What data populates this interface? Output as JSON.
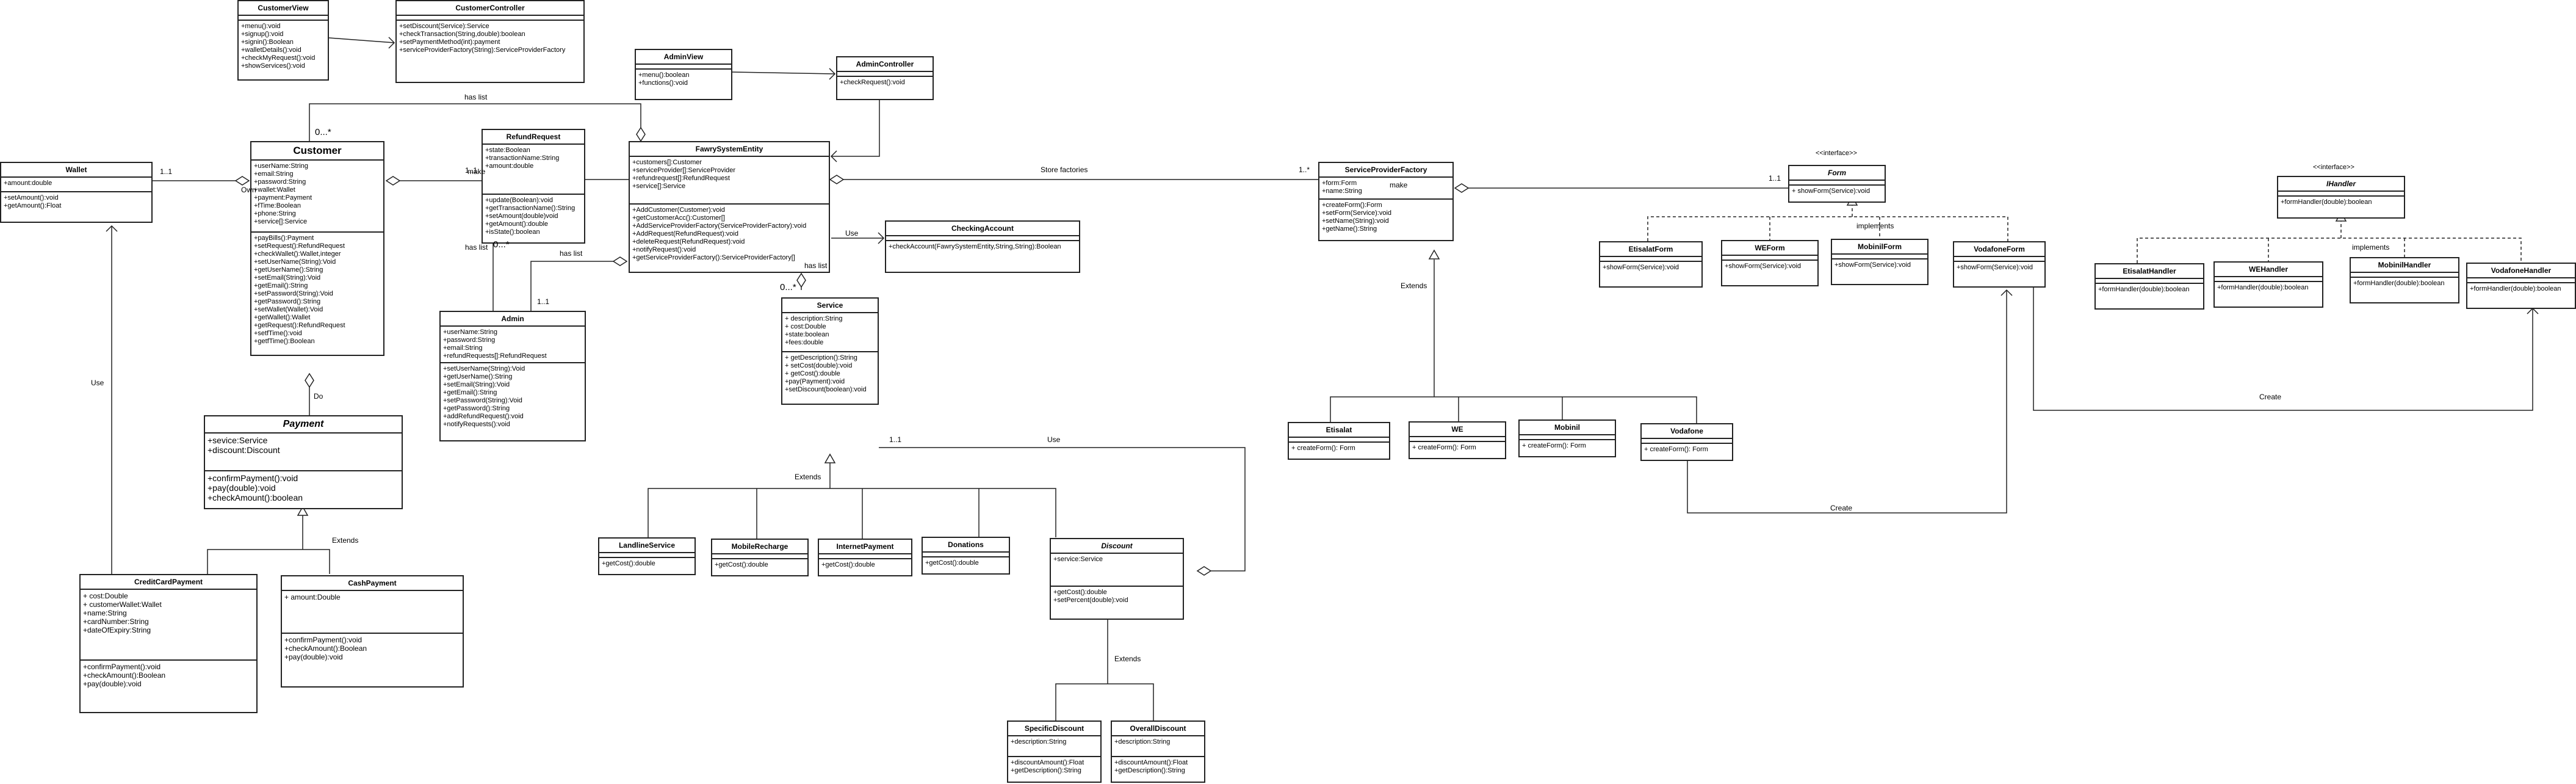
{
  "classes": [
    {
      "id": "CustomerView",
      "name": "CustomerView",
      "attrs": [],
      "methods": [
        "+menu():void",
        "+signup():void",
        "+signin():Boolean",
        "+walletDetails():void",
        "+checkMyRequest():void",
        "+showServices():void"
      ]
    },
    {
      "id": "CustomerController",
      "name": "CustomerController",
      "attrs": [],
      "methods": [
        "+setDiscount(Service):Service",
        "+checkTransaction(String,double):boolean",
        "+setPaymentMethod(int):payment",
        "+serviceProviderFactory(String):ServiceProviderFactory"
      ]
    },
    {
      "id": "AdminView",
      "name": "AdminView",
      "attrs": [],
      "methods": [
        "+menu():boolean",
        "+functions():void"
      ]
    },
    {
      "id": "AdminController",
      "name": "AdminController",
      "attrs": [],
      "methods": [
        "+checkRequest():void"
      ]
    },
    {
      "id": "Wallet",
      "name": "Wallet",
      "attrs": [
        "+amount:double"
      ],
      "methods": [
        "+setAmount():void",
        "+getAmount():Float"
      ]
    },
    {
      "id": "Customer",
      "name": "Customer",
      "attrs": [
        "+userName:String",
        "+email:String",
        "+password:String",
        "+wallet:Wallet",
        "+payment:Payment",
        "+fTime:Boolean",
        "+phone:String",
        "+service[]:Service"
      ],
      "methods": [
        "+payBills():Payment",
        "+setRequest():RefundRequest",
        "+checkWallet():Wallet,integer",
        "+setUserName(String):Void",
        "+getUserName():String",
        "+setEmail(String):Void",
        "+getEmail():String",
        "+setPassword(String):Void",
        "+getPassword():String",
        "+setWallet(Wallet):Void",
        "+getWallet():Wallet",
        "+getRequest():RefundRequest",
        "+setfTime():void",
        "+getfTime():Boolean"
      ]
    },
    {
      "id": "RefundRequest",
      "name": "RefundRequest",
      "attrs": [
        "+state:Boolean",
        "+transactionName:String",
        "+amount:double"
      ],
      "methods": [
        "+update(Boolean):void",
        "+getTransactionName():String",
        "+setAmount(double)void",
        "+getAmount():double",
        "+isState():boolean"
      ]
    },
    {
      "id": "FawrySystemEntity",
      "name": "FawrySystemEntity",
      "attrs": [
        "+customers[]:Customer",
        "+serviceProvider[]:ServiceProvider",
        "+refundrequest[]:RefundRequest",
        "+service[]:Service"
      ],
      "methods": [
        "+AddCustomer(Customer):void",
        "+getCustomerAcc():Customer[]",
        "+AddServiceProviderFactory(ServiceProviderFactory):void",
        "+AddRequest(RefundRequest):void",
        "+deleteRequest(RefundRequest):void",
        "+notifyRequest():void",
        "+getServiceProviderFactory():ServiceProviderFactory[]"
      ]
    },
    {
      "id": "CheckingAccount",
      "name": "CheckingAccount",
      "attrs": [],
      "methods": [
        "+checkAccount(FawrySystemEntity,String,String):Boolean"
      ]
    },
    {
      "id": "ServiceProviderFactory",
      "name": "ServiceProviderFactory",
      "attrs": [
        "+form:Form",
        "+name:String"
      ],
      "methods": [
        "+createForm():Form",
        "+setForm(Service):void",
        "+setName(String):void",
        "+getName():String"
      ]
    },
    {
      "id": "Form",
      "name": "Form",
      "stereo": "<<interface>>",
      "abstract": true,
      "attrs": [],
      "methods": [
        "+ showForm(Service):void"
      ]
    },
    {
      "id": "IHandler",
      "name": "IHandler",
      "stereo": "<<interface>>",
      "abstract": true,
      "attrs": [],
      "methods": [
        "+formHandler(double):boolean"
      ]
    },
    {
      "id": "EtisalatForm",
      "name": "EtisalatForm",
      "attrs": [],
      "methods": [
        "+showForm(Service):void"
      ]
    },
    {
      "id": "WEForm",
      "name": "WEForm",
      "attrs": [],
      "methods": [
        "+showForm(Service):void"
      ]
    },
    {
      "id": "MobinilForm",
      "name": "MobinilForm",
      "attrs": [],
      "methods": [
        "+showForm(Service):void"
      ]
    },
    {
      "id": "VodafoneForm",
      "name": "VodafoneForm",
      "attrs": [],
      "methods": [
        "+showForm(Service):void"
      ]
    },
    {
      "id": "EtisalatHandler",
      "name": "EtisalatHandler",
      "attrs": [],
      "methods": [
        "+formHandler(double):boolean"
      ]
    },
    {
      "id": "WEHandler",
      "name": "WEHandler",
      "attrs": [],
      "methods": [
        "+formHandler(double):boolean"
      ]
    },
    {
      "id": "MobinilHandler",
      "name": "MobinilHandler",
      "attrs": [],
      "methods": [
        "+formHandler(double):boolean"
      ]
    },
    {
      "id": "VodafoneHandler",
      "name": "VodafoneHandler",
      "attrs": [],
      "methods": [
        "+formHandler(double):boolean"
      ]
    },
    {
      "id": "Etisalat",
      "name": "Etisalat",
      "attrs": [],
      "methods": [
        "+ createForm(): Form"
      ]
    },
    {
      "id": "WE",
      "name": "WE",
      "attrs": [],
      "methods": [
        "+ createForm(): Form"
      ]
    },
    {
      "id": "Mobinil",
      "name": "Mobinil",
      "attrs": [],
      "methods": [
        "+ createForm(): Form"
      ]
    },
    {
      "id": "Vodafone",
      "name": "Vodafone",
      "attrs": [],
      "methods": [
        "+ createForm(): Form"
      ]
    },
    {
      "id": "Admin",
      "name": "Admin",
      "attrs": [
        "+userName:String",
        "+password:String",
        "+email:String",
        "+refundRequests[]:RefundRequest"
      ],
      "methods": [
        "+setUserName(String):Void",
        "+getUserName():String",
        "+setEmail(String):Void",
        "+getEmail():String",
        "+setPassword(String):Void",
        "+getPassword():String",
        "+addRefundRequest():void",
        "+notifyRequests():void"
      ]
    },
    {
      "id": "Service",
      "name": "Service",
      "attrs": [
        "+ description:String",
        "+ cost:Double",
        "+state:boolean",
        "+fees:double"
      ],
      "methods": [
        "+ getDescription():String",
        "+ setCost(double):void",
        "+ getCost():double",
        "+pay(Payment):void",
        "+setDiscount(boolean):void"
      ]
    },
    {
      "id": "Payment",
      "name": "Payment",
      "abstract": true,
      "attrs": [
        "+sevice:Service",
        "+discount:Discount"
      ],
      "methods": [
        "+confirmPayment():void",
        "+pay(double):void",
        "+checkAmount():boolean"
      ]
    },
    {
      "id": "CreditCardPayment",
      "name": "CreditCardPayment",
      "attrs": [
        "+ cost:Double",
        "+ customerWallet:Wallet",
        "+name:String",
        "+cardNumber:String",
        "+dateOfExpiry:String"
      ],
      "methods": [
        "+confirmPayment():void",
        "+checkAmount():Boolean",
        "+pay(double):void"
      ]
    },
    {
      "id": "CashPayment",
      "name": "CashPayment",
      "attrs": [
        "+ amount:Double"
      ],
      "methods": [
        "+confirmPayment():void",
        "+checkAmount():Boolean",
        "+pay(double):void"
      ]
    },
    {
      "id": "LandlineService",
      "name": "LandlineService",
      "attrs": [],
      "methods": [
        "+getCost():double"
      ]
    },
    {
      "id": "MobileRecharge",
      "name": "MobileRecharge",
      "attrs": [],
      "methods": [
        "+getCost():double"
      ]
    },
    {
      "id": "InternetPayment",
      "name": "InternetPayment",
      "attrs": [],
      "methods": [
        "+getCost():double"
      ]
    },
    {
      "id": "Donations",
      "name": "Donations",
      "attrs": [],
      "methods": [
        "+getCost():double"
      ]
    },
    {
      "id": "Discount",
      "name": "Discount",
      "abstract": true,
      "attrs": [
        "+service:Service"
      ],
      "methods": [
        "+getCost():double",
        "+setPercent(double):void"
      ]
    },
    {
      "id": "SpecificDiscount",
      "name": "SpecificDiscount",
      "attrs": [
        "+description:String"
      ],
      "methods": [
        "+discountAmount():Float",
        "+getDescription():String"
      ]
    },
    {
      "id": "OverallDiscount",
      "name": "OverallDiscount",
      "attrs": [
        "+description:String"
      ],
      "methods": [
        "+discountAmount():Float",
        "+getDescription():String"
      ]
    }
  ],
  "labels": {
    "has_list": "has list",
    "make": "make",
    "own": "Own",
    "use": "Use",
    "do": "Do",
    "extends": "Extends",
    "implements": "implements",
    "create": "Create",
    "store_factories": "Store factories",
    "one_one": "1..1",
    "zero_many": "0...*",
    "one_many": "1..*"
  },
  "colors": {
    "line": "#222222",
    "background": "#ffffff"
  }
}
